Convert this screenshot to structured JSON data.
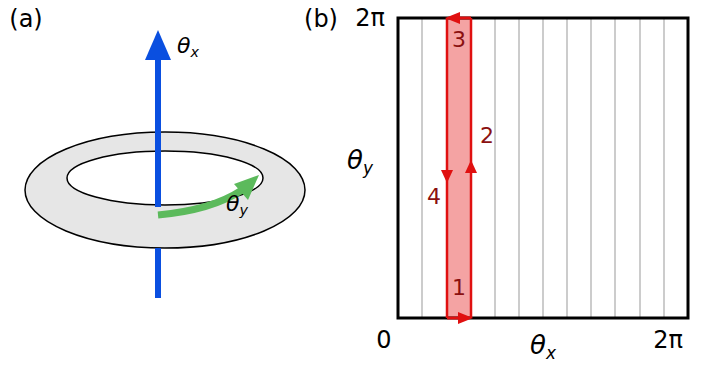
{
  "diagram": {
    "labels": [
      "(a)",
      "(b)",
      "θx",
      "2π",
      "3",
      "θy",
      "2",
      "θy",
      "4",
      "1",
      "0",
      "θx",
      "2π"
    ]
  }
}
